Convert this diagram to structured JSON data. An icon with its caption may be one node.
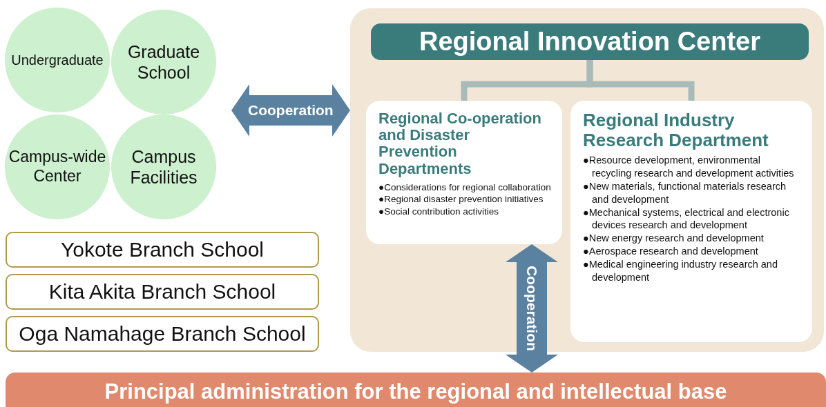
{
  "diagram": {
    "nodes": [
      {
        "text": [
          "Undergraduate"
        ]
      },
      {
        "text": [
          "Graduate School"
        ]
      },
      {
        "text": [
          "Campus-wide Center"
        ]
      },
      {
        "text": [
          "Campus Facilities"
        ]
      },
      {
        "text": [
          "Yokote Branch School"
        ]
      },
      {
        "text": [
          "Kita Akita Branch School"
        ]
      },
      {
        "text": [
          "Oga Namahage Branch School"
        ]
      },
      {
        "text": [],
        "shape": "box"
      },
      {
        "text": [
          "Regional Innovation Center"
        ],
        "in": 7
      },
      {
        "text": [
          "Regional Co-operation and Disaster Prevention Departments",
          "●Considerations for regional collaboration",
          "●Regional disaster prevention initiatives",
          "●Social contribution activities"
        ],
        "in": 7
      },
      {
        "text": [
          "Regional Industry Research Department",
          "●Resource development, environmental recycling research and development activities",
          "●New materials, functional materials research and development",
          "●Mechanical systems, electrical and electronic devices research and development",
          "●New energy research and development",
          "●Aerospace research and development",
          "●Medical engineering industry research and development"
        ],
        "in": 7
      },
      {
        "text": [
          "Principal administration for the regional and intellectual base"
        ]
      }
    ],
    "edges": [
      {
        "from": 1,
        "to": 7,
        "arrow": "both",
        "label": "Cooperation",
        "style": "thick",
        "color": "#5a82a0"
      },
      {
        "from": 8,
        "to": 9,
        "arrow": "none",
        "color": "#a9bbb9"
      },
      {
        "from": 8,
        "to": 10,
        "arrow": "none",
        "color": "#a9bbb9"
      },
      {
        "from": 9,
        "to": 11,
        "arrow": "both",
        "label": "Cooperation",
        "style": "thick",
        "color": "#5a82a0"
      }
    ]
  }
}
